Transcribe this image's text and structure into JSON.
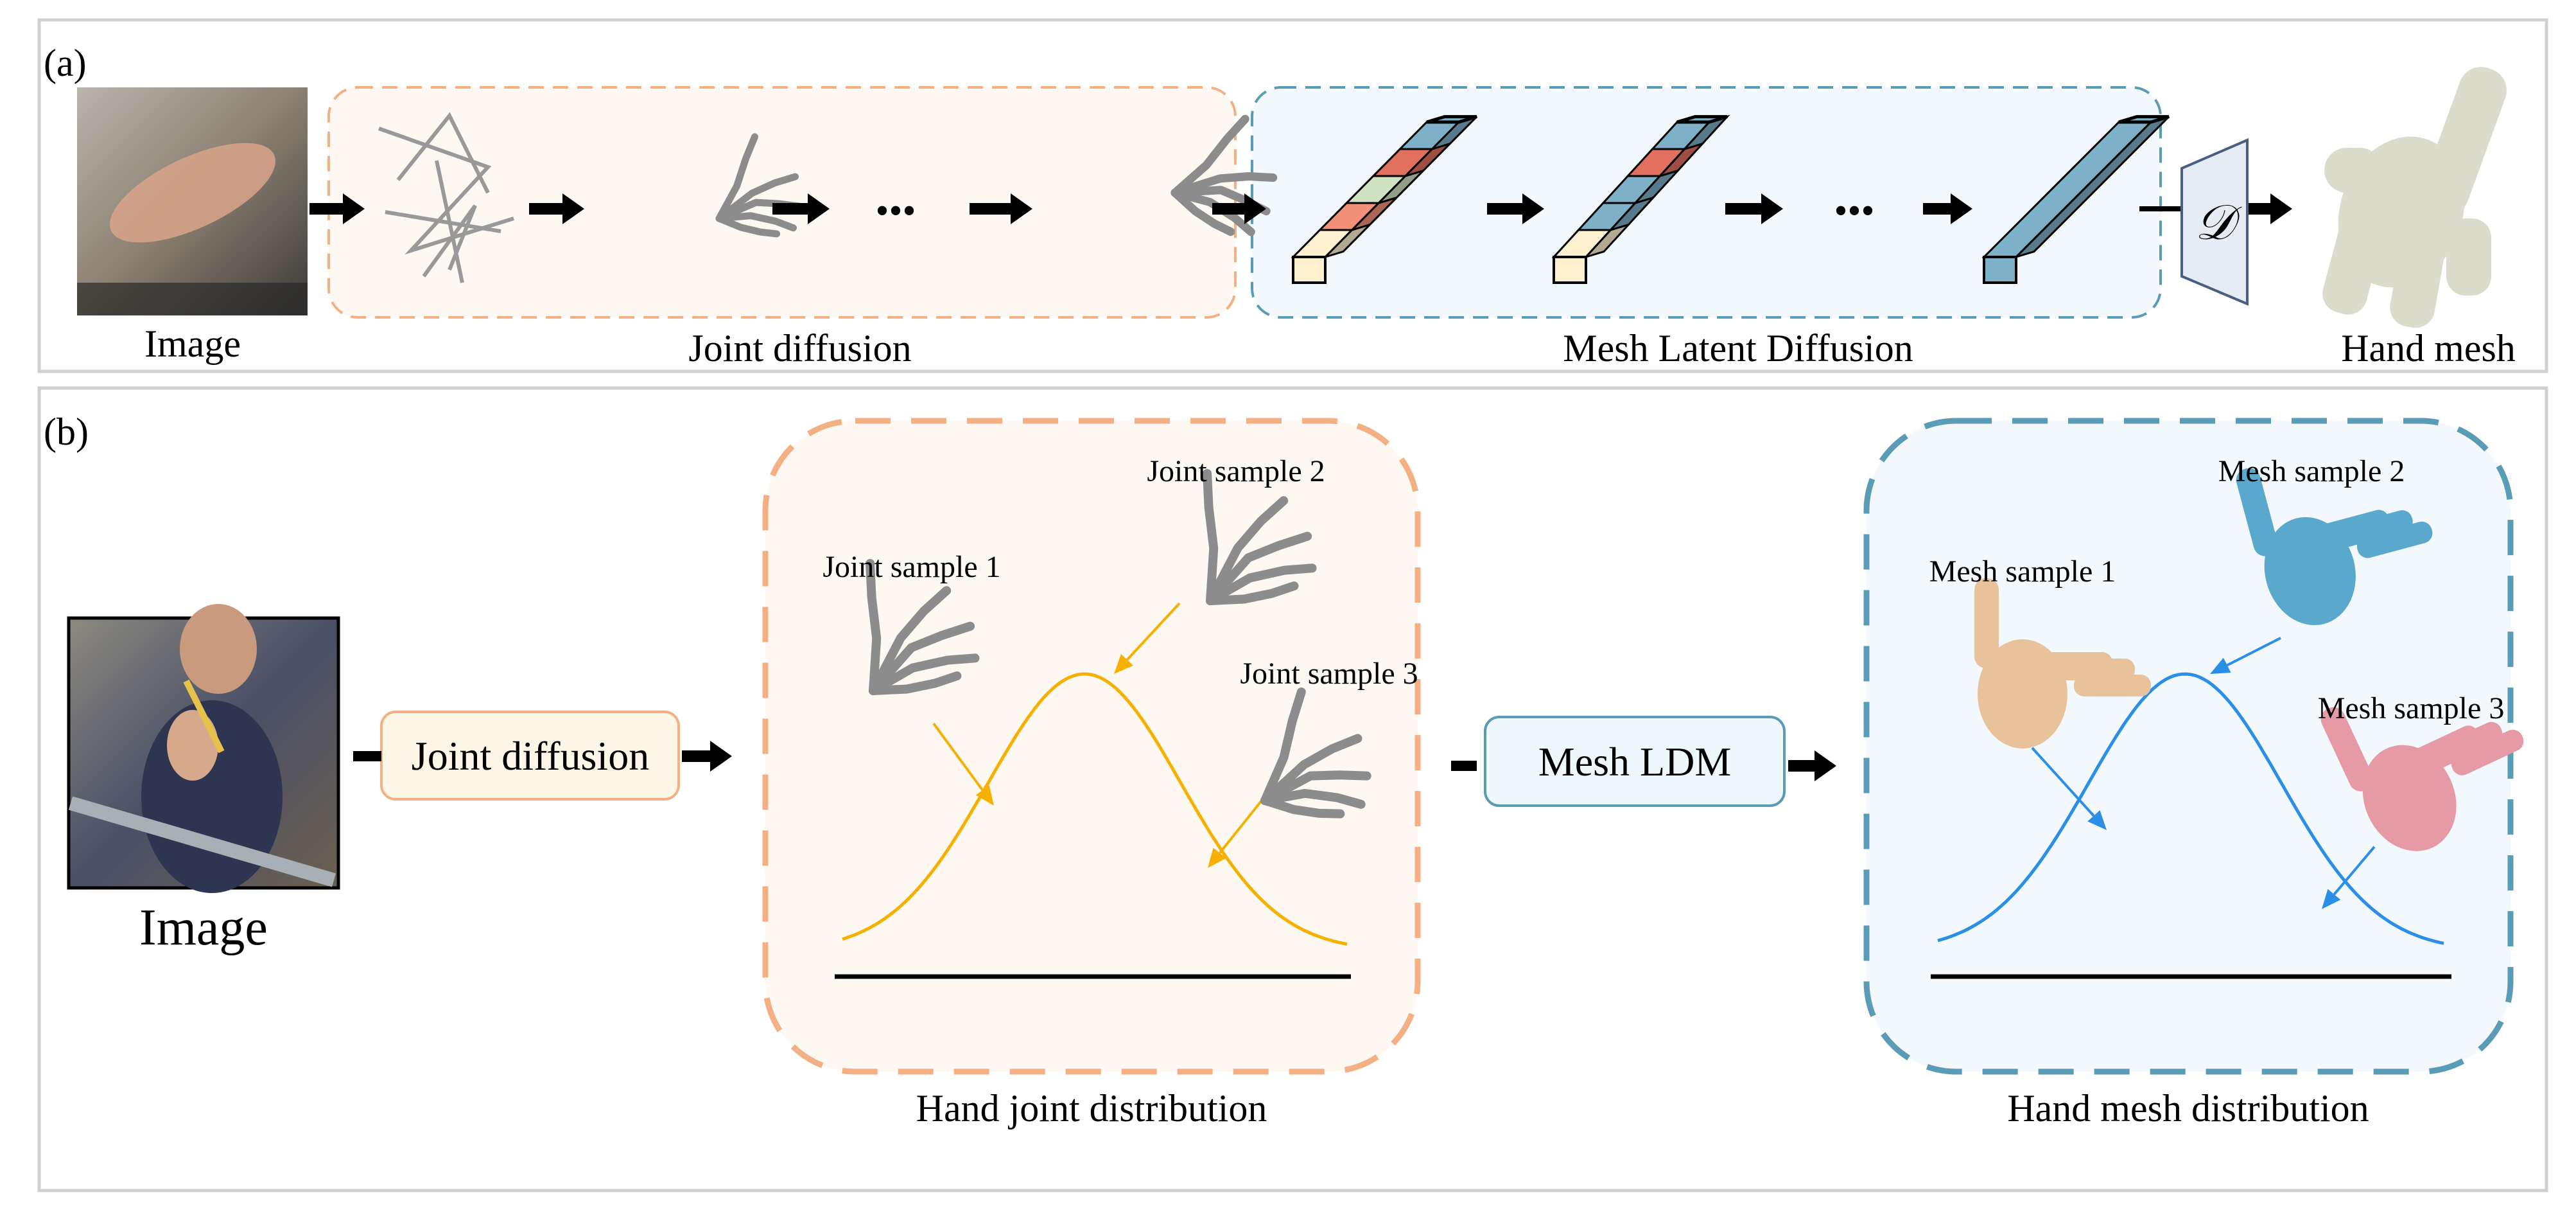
{
  "panel_a": {
    "label": "(a)",
    "image_caption": "Image",
    "joint_diffusion_caption": "Joint diffusion",
    "mesh_latent_caption": "Mesh Latent Diffusion",
    "decoder_symbol": "𝒟",
    "hand_mesh_caption": "Hand mesh",
    "ellipsis": "•••",
    "latent_stacks": [
      [
        "#fdf1cf",
        "#f3907a",
        "#cfe3c2",
        "#e2705f",
        "#7eb0c8"
      ],
      [
        "#fdf1cf",
        "#7eb0c8",
        "#7eb0c8",
        "#e2705f",
        "#7eb0c8"
      ],
      [
        "#7eb0c8"
      ]
    ]
  },
  "panel_b": {
    "label": "(b)",
    "image_caption": "Image",
    "joint_diffusion_box": "Joint diffusion",
    "mesh_ldm_box": "Mesh LDM",
    "joint_distribution_caption": "Hand joint distribution",
    "mesh_distribution_caption": "Hand mesh distribution",
    "joint_samples": [
      "Joint sample 1",
      "Joint sample 2",
      "Joint sample 3"
    ],
    "mesh_samples": [
      "Mesh sample 1",
      "Mesh sample 2",
      "Mesh sample 3"
    ],
    "mesh_sample_colors": [
      "#e8c29b",
      "#5aa9cc",
      "#e59aa5"
    ]
  },
  "colors": {
    "joint_box_border": "#f2b084",
    "joint_box_fill": "#fdf9f2",
    "mesh_box_border": "#5a9bb5",
    "mesh_box_fill": "#f3f8fc",
    "joint_curve": "#f5b000",
    "mesh_curve": "#2b8fe8",
    "skeleton": "#8c8c8c",
    "hand_mesh": "#dcdccc"
  }
}
